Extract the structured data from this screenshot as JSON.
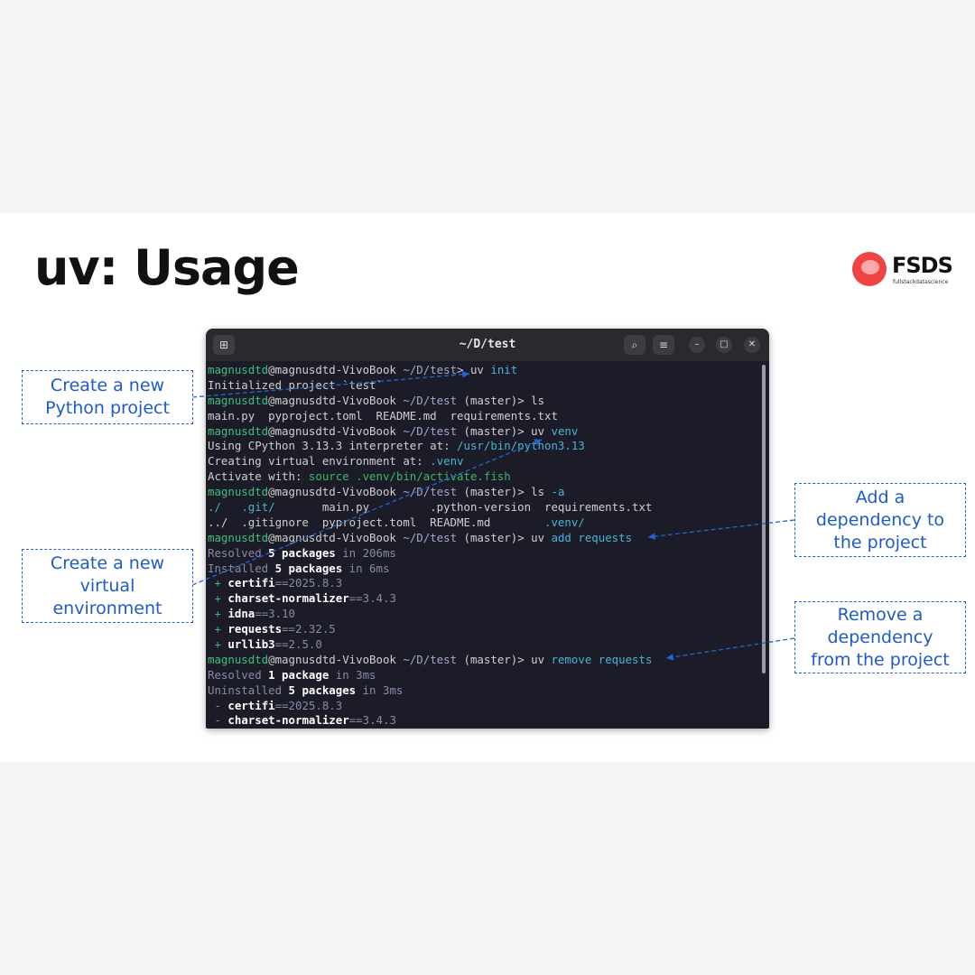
{
  "slide": {
    "title": "uv: Usage"
  },
  "logo": {
    "text": "FSDS",
    "subtitle": "fullstackdatascience"
  },
  "window": {
    "title": "~/D/test",
    "new_tab_icon": "new-tab-icon",
    "search_icon": "search-icon",
    "menu_icon": "hamburger-menu-icon"
  },
  "terminal": {
    "user": "magnusdtd",
    "host": "@magnusdtd-VivoBook",
    "path": "~/D/test",
    "branch": "(master)",
    "lines": {
      "l1_cmd": "uv ",
      "l1_arg": "init",
      "l2": "Initialized project `test`",
      "l3_cmd": "ls",
      "l4": "main.py  pyproject.toml  README.md  requirements.txt",
      "l5_cmd": "uv ",
      "l5_arg": "venv",
      "l6_a": "Using CPython 3.13.3 interpreter at: ",
      "l6_b": "/usr/bin/python3.13",
      "l7_a": "Creating virtual environment at: ",
      "l7_b": ".venv",
      "l8_a": "Activate with: ",
      "l8_b": "source .venv/bin/activate.fish",
      "l9_cmd": "ls ",
      "l9_arg": "-a",
      "l10_a": "./   ",
      "l10_b": ".git/",
      "l10_c": "       main.py         .python-version  requirements.txt",
      "l11_a": "../  .gitignore  pyproject.toml  README.md        ",
      "l11_b": ".venv/",
      "l12_cmd": "uv ",
      "l12_arg": "add requests",
      "l13_a": "Resolved ",
      "l13_b": "5 packages",
      "l13_c": " in 206ms",
      "l14_a": "Installed ",
      "l14_b": "5 packages",
      "l14_c": " in 6ms",
      "l20_cmd": "uv ",
      "l20_arg": "remove requests",
      "l21_a": "Resolved ",
      "l21_b": "1 package",
      "l21_c": " in 3ms",
      "l22_a": "Uninstalled ",
      "l22_b": "5 packages",
      "l22_c": " in 3ms"
    },
    "installed": [
      {
        "name": "certifi",
        "version": "==2025.8.3"
      },
      {
        "name": "charset-normalizer",
        "version": "==3.4.3"
      },
      {
        "name": "idna",
        "version": "==3.10"
      },
      {
        "name": "requests",
        "version": "==2.32.5"
      },
      {
        "name": "urllib3",
        "version": "==2.5.0"
      }
    ],
    "uninstalled": [
      {
        "name": "certifi",
        "version": "==2025.8.3"
      },
      {
        "name": "charset-normalizer",
        "version": "==3.4.3"
      }
    ],
    "plus": "+",
    "minus": "-"
  },
  "callouts": {
    "create_project": "Create a new\nPython project",
    "create_venv": "Create a new\nvirtual\nenvironment",
    "add_dep": "Add a\ndependency to\nthe project",
    "remove_dep": "Remove a\ndependency\nfrom the project"
  },
  "colors": {
    "accent": "#2563c9",
    "prompt_user": "#3fbf7f",
    "path": "#a6a6c9",
    "arg": "#4bb3d6",
    "terminal_bg": "#1b1c28"
  }
}
